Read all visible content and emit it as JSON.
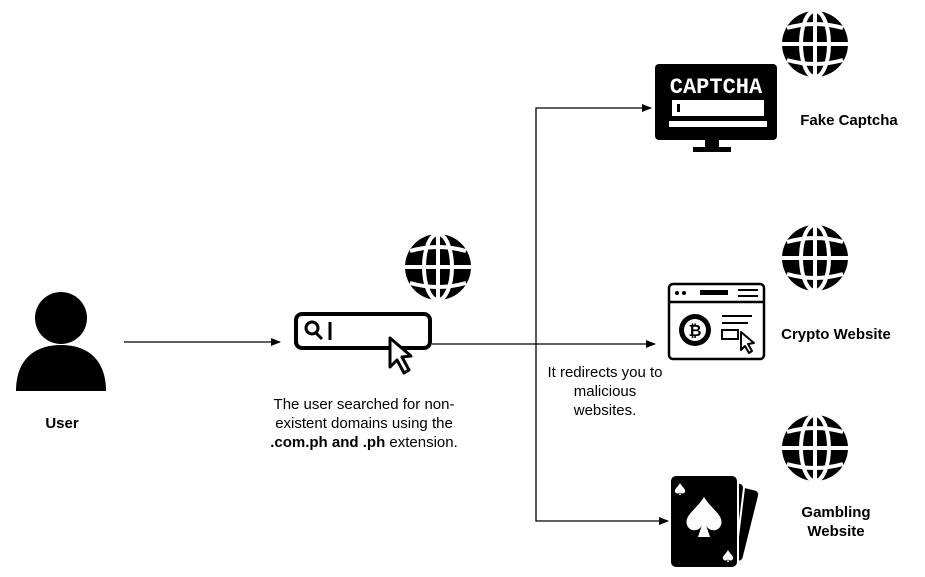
{
  "user": {
    "label": "User"
  },
  "search": {
    "description_line1": "The user searched for non-",
    "description_line2": "existent domains using the",
    "ext1": ".com.ph",
    "and": "and",
    "ext2": ".ph",
    "extension_word": "extension."
  },
  "redirect": {
    "line1": "It redirects you to",
    "line2": "malicious",
    "line3": "websites."
  },
  "targets": {
    "captcha": {
      "screen_text": "CAPTCHA",
      "label": "Fake Captcha"
    },
    "crypto": {
      "label": "Crypto Website"
    },
    "gambling": {
      "label_line1": "Gambling",
      "label_line2": "Website"
    }
  },
  "icons": [
    "globe-icon",
    "user-icon",
    "search-bar-icon",
    "cursor-icon",
    "captcha-monitor-icon",
    "crypto-browser-icon",
    "playing-cards-icon"
  ]
}
